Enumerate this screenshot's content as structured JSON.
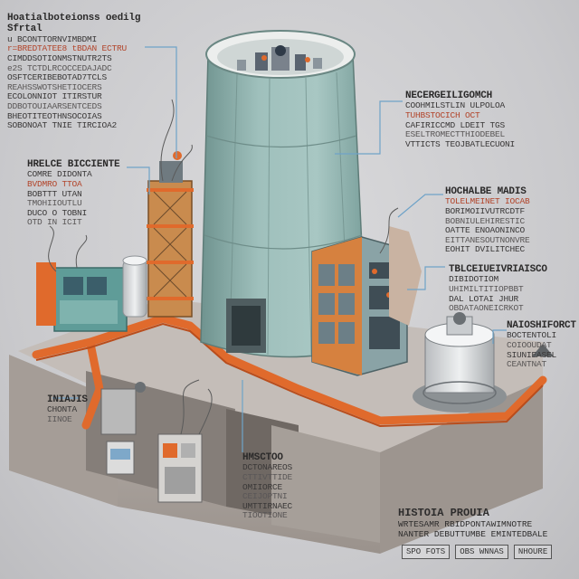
{
  "diagram": {
    "callouts": {
      "top_left": {
        "title": "Hoatialboteionss oedilg Sfrtal",
        "lines": [
          "u BCONTTORNVIMBDMI",
          "r=BREDTATEE8 tBDAN ECTRU",
          "CIMDDSOTIONMSTNUTR2TS",
          "e2S TCTDLRCOCCEDAJADC",
          "OSFTCERIBEBOTAD7TCLS",
          "REAHSSWOTSHETIOCERS",
          "ECOLONNIOT ITIRSTUR",
          "DDBOTOUIAARSENTCEDS",
          "BHEOTITEOTHNSOCOIAS",
          "SOBONOAT TNIE TIRCIOA2"
        ]
      },
      "mid_left": {
        "title": "HRELCE BICCIENTE",
        "lines": [
          "COMRE DIDONTA",
          "BVDMRO TTOA",
          "BOBTTT UTAN",
          "TMOHIIOUTLU",
          "DUCO O TOBNI",
          "OTD IN ICIT"
        ]
      },
      "top_right": {
        "title": "NECERGEILIGOMCH",
        "lines": [
          "COOHMILSTLIN ULPOLOA",
          "TUHBSTOCICH OCT",
          "CAFIRICCMD LDEIT TGS",
          "ESELTROMECTTHIODEBEL",
          "VTTICTS TEOJBATLECUONI"
        ]
      },
      "mid_right": {
        "title": "HOCHALBE MADIS",
        "lines": [
          "TOLELMEINET IOCAB",
          "BORIMOIIVUTRCDTF",
          "BOBNIULEHIRESTIC",
          "OATTE ENOAONINCO",
          "EITTANESOUTNONVRE",
          "EOHIT DVILITCHEC"
        ]
      },
      "lower_right": {
        "title": "TBLCEIUEIVRIAISCO",
        "lines": [
          "DIBIDOTIOM",
          "UHIMILTITIOPBBT",
          "DAL LOTAI JHUR",
          "OBDATAONEICRKOT"
        ]
      },
      "far_right": {
        "title": "NAIOSHIFORCT",
        "lines": [
          "BOCTENTOLI",
          "COIOOUDAT",
          "SIUNIEASEL",
          "CEANTNAT"
        ]
      },
      "bottom_left": {
        "title": "INIAJIS",
        "lines": [
          "CHONTA",
          "IINOE"
        ]
      },
      "bottom_mid": {
        "title": "HMSCTOO",
        "lines": [
          "DCTONAREOS",
          "CTTIVTTIDE",
          "OMIIORCE",
          "CEIJOPTNI",
          "UMTTIRNAEC",
          "TIOOTIONE"
        ]
      }
    },
    "caption": {
      "title": "HISTOIA PROUIA",
      "lines": [
        "WRTESAMR RBIDPONTAWIMNOTRE",
        "NANTER DEBUTTUMBE EMINTEDBALE"
      ]
    },
    "legend": [
      "SPO FOTS",
      "OBS WNNAS",
      "NHOURE"
    ],
    "colors": {
      "background": "#cfcfd1",
      "tower": "#8fb1ae",
      "pipe": "#e06a2c",
      "ground": "#a8a09b",
      "label_red": "#b2452b"
    }
  }
}
